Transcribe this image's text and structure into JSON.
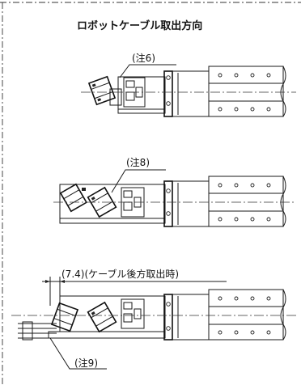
{
  "title": "ロボットケーブル取出方向",
  "notes": {
    "note6": "(注6)",
    "note8": "(注8)",
    "note9": "(注9)",
    "rear_exit_dimension": "(7.4)(ケーブル後方取出時)"
  },
  "views": [
    {
      "name": "top-view",
      "label_ref": "note6"
    },
    {
      "name": "middle-view",
      "label_ref": "note8"
    },
    {
      "name": "bottom-view",
      "label_ref": "note9"
    }
  ]
}
